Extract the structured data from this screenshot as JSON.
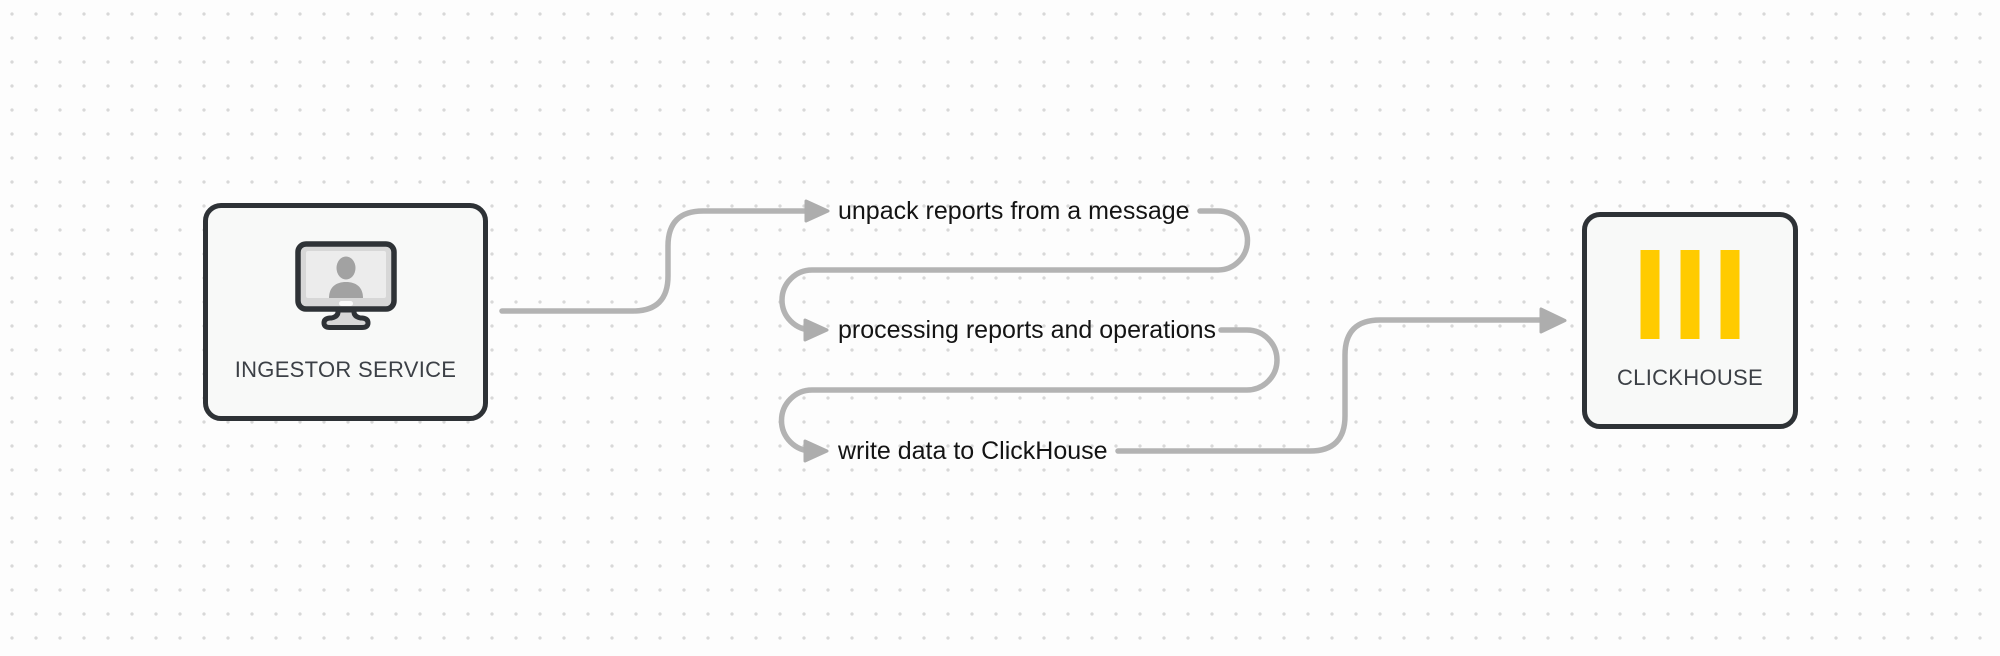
{
  "diagram": {
    "nodes": {
      "ingestor": {
        "label": "INGESTOR SERVICE",
        "icon": "monitor-user-icon"
      },
      "clickhouse": {
        "label": "CLICKHOUSE",
        "icon": "clickhouse-bars-icon"
      }
    },
    "steps": [
      {
        "label": "unpack reports from a message"
      },
      {
        "label": "processing reports and operations"
      },
      {
        "label": "write data to ClickHouse"
      }
    ],
    "colors": {
      "canvas_background": "#fdfdfd",
      "grid_dot": "#d8d8d8",
      "node_fill": "#f8f9f8",
      "node_border": "#2e3236",
      "connector": "#b3b3b3",
      "arrowhead": "#adadad",
      "clickhouse_yellow": "#ffcb00",
      "step_text": "#141414",
      "node_label_text": "#3c4046"
    }
  }
}
